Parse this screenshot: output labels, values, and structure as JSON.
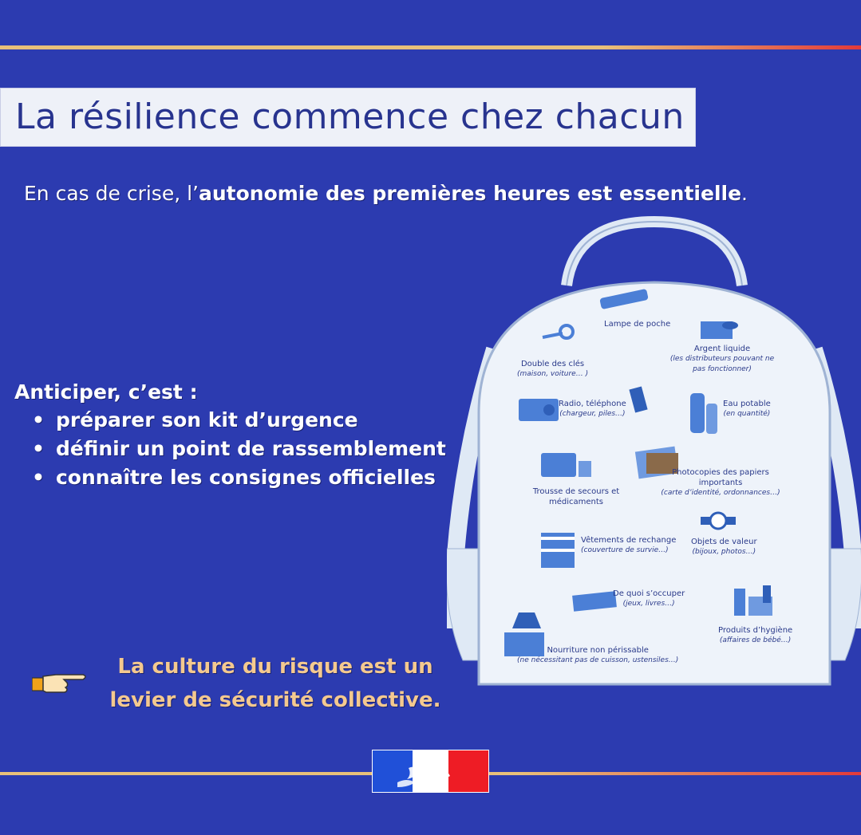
{
  "header": {
    "title": "La résilience commence chez chacun"
  },
  "intro": {
    "prefix": "En cas de crise, l’",
    "emphasis": "autonomie des premières heures est essentielle",
    "suffix": "."
  },
  "anticipate": {
    "heading": "Anticiper, c’est :",
    "items": [
      "préparer son kit d’urgence",
      "définir un point de rassemblement",
      "connaître les consignes officielles"
    ]
  },
  "culture": {
    "line1": "La culture du risque est un",
    "line2": "levier de sécurité collective."
  },
  "kit": {
    "items": [
      {
        "label": "Lampe de poche",
        "sub": ""
      },
      {
        "label": "Double des clés",
        "sub": "(maison, voiture… )"
      },
      {
        "label": "Argent liquide",
        "sub": "(les distributeurs pouvant ne pas fonctionner)"
      },
      {
        "label": "Radio, téléphone",
        "sub": "(chargeur, piles…)"
      },
      {
        "label": "Eau potable",
        "sub": "(en quantité)"
      },
      {
        "label": "Trousse de secours et médicaments",
        "sub": ""
      },
      {
        "label": "Photocopies des papiers importants",
        "sub": "(carte d’identité, ordonnances…)"
      },
      {
        "label": "Vêtements de rechange",
        "sub": "(couverture de survie…)"
      },
      {
        "label": "Objets de valeur",
        "sub": "(bijoux, photos…)"
      },
      {
        "label": "De quoi s’occuper",
        "sub": "(jeux, livres…)"
      },
      {
        "label": "Produits d’hygiène",
        "sub": "(affaires de bébé…)"
      },
      {
        "label": "Nourriture non périssable",
        "sub": "(ne nécessitant pas de cuisson, ustensiles…)"
      }
    ]
  },
  "colors": {
    "background": "#2c3bb0",
    "title_text": "#28348f",
    "accent_gold": "#f4c98f",
    "flag_blue": "#2050d8",
    "flag_red": "#ee1c25"
  },
  "icons": [
    "hand-pointing-icon",
    "backpack-illustration",
    "marianne-logo"
  ]
}
